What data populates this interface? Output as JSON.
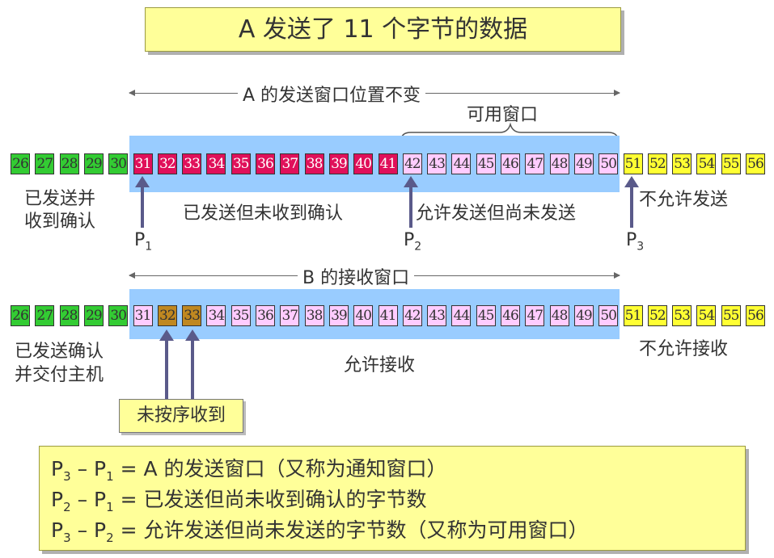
{
  "title": "A 发送了 11 个字节的数据",
  "sender": {
    "window_label": "A 的发送窗口位置不变",
    "usable_window_label": "可用窗口",
    "cells": [
      {
        "n": "26",
        "c": "green"
      },
      {
        "n": "27",
        "c": "green"
      },
      {
        "n": "28",
        "c": "green"
      },
      {
        "n": "29",
        "c": "green"
      },
      {
        "n": "30",
        "c": "green"
      },
      {
        "n": "31",
        "c": "red"
      },
      {
        "n": "32",
        "c": "red"
      },
      {
        "n": "33",
        "c": "red"
      },
      {
        "n": "34",
        "c": "red"
      },
      {
        "n": "35",
        "c": "red"
      },
      {
        "n": "36",
        "c": "red"
      },
      {
        "n": "37",
        "c": "red"
      },
      {
        "n": "38",
        "c": "red"
      },
      {
        "n": "39",
        "c": "red"
      },
      {
        "n": "40",
        "c": "red"
      },
      {
        "n": "41",
        "c": "red"
      },
      {
        "n": "42",
        "c": "pink"
      },
      {
        "n": "43",
        "c": "pink"
      },
      {
        "n": "44",
        "c": "pink"
      },
      {
        "n": "45",
        "c": "pink"
      },
      {
        "n": "46",
        "c": "pink"
      },
      {
        "n": "47",
        "c": "pink"
      },
      {
        "n": "48",
        "c": "pink"
      },
      {
        "n": "49",
        "c": "pink"
      },
      {
        "n": "50",
        "c": "pink"
      },
      {
        "n": "51",
        "c": "yellow"
      },
      {
        "n": "52",
        "c": "yellow"
      },
      {
        "n": "53",
        "c": "yellow"
      },
      {
        "n": "54",
        "c": "yellow"
      },
      {
        "n": "55",
        "c": "yellow"
      },
      {
        "n": "56",
        "c": "yellow"
      }
    ],
    "labels": {
      "acked_line1": "已发送并",
      "acked_line2": "收到确认",
      "sent_unacked": "已发送但未收到确认",
      "allowed_unsent": "允许发送但尚未发送",
      "not_allowed": "不允许发送"
    },
    "pointers": {
      "p1": "P",
      "p1_sub": "1",
      "p2": "P",
      "p2_sub": "2",
      "p3": "P",
      "p3_sub": "3"
    }
  },
  "receiver": {
    "window_label": "B 的接收窗口",
    "cells": [
      {
        "n": "26",
        "c": "green"
      },
      {
        "n": "27",
        "c": "green"
      },
      {
        "n": "28",
        "c": "green"
      },
      {
        "n": "29",
        "c": "green"
      },
      {
        "n": "30",
        "c": "green"
      },
      {
        "n": "31",
        "c": "pink"
      },
      {
        "n": "32",
        "c": "gold"
      },
      {
        "n": "33",
        "c": "gold"
      },
      {
        "n": "34",
        "c": "pink"
      },
      {
        "n": "35",
        "c": "pink"
      },
      {
        "n": "36",
        "c": "pink"
      },
      {
        "n": "37",
        "c": "pink"
      },
      {
        "n": "38",
        "c": "pink"
      },
      {
        "n": "39",
        "c": "pink"
      },
      {
        "n": "40",
        "c": "pink"
      },
      {
        "n": "41",
        "c": "pink"
      },
      {
        "n": "42",
        "c": "pink"
      },
      {
        "n": "43",
        "c": "pink"
      },
      {
        "n": "44",
        "c": "pink"
      },
      {
        "n": "45",
        "c": "pink"
      },
      {
        "n": "46",
        "c": "pink"
      },
      {
        "n": "47",
        "c": "pink"
      },
      {
        "n": "48",
        "c": "pink"
      },
      {
        "n": "49",
        "c": "pink"
      },
      {
        "n": "50",
        "c": "pink"
      },
      {
        "n": "51",
        "c": "yellow"
      },
      {
        "n": "52",
        "c": "yellow"
      },
      {
        "n": "53",
        "c": "yellow"
      },
      {
        "n": "54",
        "c": "yellow"
      },
      {
        "n": "55",
        "c": "yellow"
      },
      {
        "n": "56",
        "c": "yellow"
      }
    ],
    "labels": {
      "delivered_line1": "已发送确认",
      "delivered_line2": "并交付主机",
      "allowed_receive": "允许接收",
      "not_allowed": "不允许接收",
      "out_of_order": "未按序收到"
    }
  },
  "formulas": [
    {
      "a": "P",
      "as": "3",
      "op": " – ",
      "b": "P",
      "bs": "1",
      "rest": " = A 的发送窗口（又称为通知窗口）"
    },
    {
      "a": "P",
      "as": "2",
      "op": " – ",
      "b": "P",
      "bs": "1",
      "rest": " = 已发送但尚未收到确认的字节数"
    },
    {
      "a": "P",
      "as": "3",
      "op": " – ",
      "b": "P",
      "bs": "2",
      "rest": " = 允许发送但尚未发送的字节数（又称为可用窗口）"
    }
  ],
  "colors": {
    "green": "#33cc33",
    "red": "#e0105a",
    "pink": "#ffccff",
    "yellow": "#ffff33",
    "gold": "#c08820",
    "window": "#99ccff",
    "note": "#ffff99"
  }
}
